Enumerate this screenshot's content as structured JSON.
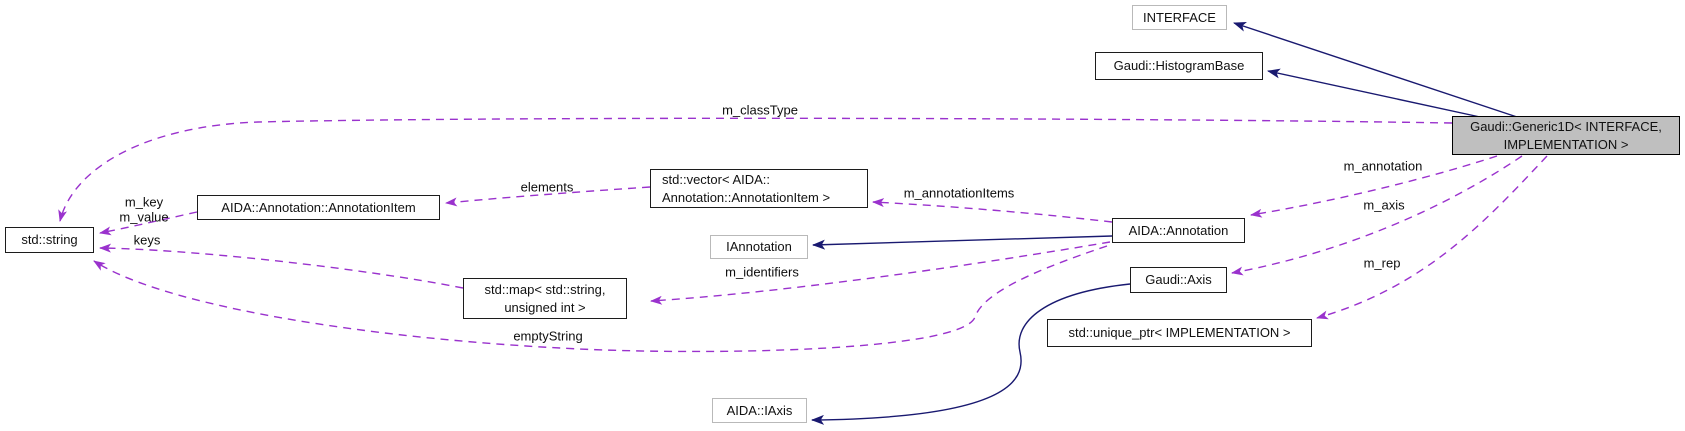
{
  "diagram": {
    "kind": "class-collaboration-graph",
    "colors": {
      "inheritance_edge": "#191970",
      "usage_edge": "#9a32cd",
      "node_fill": "#ffffff",
      "focus_node_fill": "#bfbfbf",
      "node_border": "#1c1c1c",
      "external_node_border": "#b9b9b9"
    },
    "nodes": {
      "interface": {
        "label": "INTERFACE"
      },
      "histogram_base": {
        "label": "Gaudi::HistogramBase"
      },
      "generic1d": {
        "line1": "Gaudi::Generic1D< INTERFACE,",
        "line2": "IMPLEMENTATION >"
      },
      "std_string": {
        "label": "std::string"
      },
      "annotation_item": {
        "label": "AIDA::Annotation::AnnotationItem"
      },
      "std_vector": {
        "line1": "std::vector< AIDA::",
        "line2": "Annotation::AnnotationItem >"
      },
      "iannotation": {
        "label": "IAnnotation"
      },
      "aida_annotation": {
        "label": "AIDA::Annotation"
      },
      "std_map": {
        "line1": "std::map< std::string,",
        "line2": "unsigned int >"
      },
      "gaudi_axis": {
        "label": "Gaudi::Axis"
      },
      "unique_ptr": {
        "label": "std::unique_ptr< IMPLEMENTATION >"
      },
      "aida_iaxis": {
        "label": "AIDA::IAxis"
      }
    },
    "edge_labels": {
      "m_classType": "m_classType",
      "elements": "elements",
      "m_annotationItems": "m_annotationItems",
      "m_key": "m_key",
      "m_value": "m_value",
      "keys": "keys",
      "m_identifiers": "m_identifiers",
      "emptyString": "emptyString",
      "m_annotation": "m_annotation",
      "m_axis": "m_axis",
      "m_rep": "m_rep"
    },
    "edges": [
      {
        "from": "generic1d",
        "to": "interface",
        "kind": "inheritance"
      },
      {
        "from": "generic1d",
        "to": "histogram_base",
        "kind": "inheritance"
      },
      {
        "from": "aida_annotation",
        "to": "iannotation",
        "kind": "inheritance"
      },
      {
        "from": "gaudi_axis",
        "to": "aida_iaxis",
        "kind": "inheritance"
      },
      {
        "from": "generic1d",
        "to": "std_string",
        "kind": "usage",
        "label": "m_classType"
      },
      {
        "from": "generic1d",
        "to": "aida_annotation",
        "kind": "usage",
        "label": "m_annotation"
      },
      {
        "from": "generic1d",
        "to": "gaudi_axis",
        "kind": "usage",
        "label": "m_axis"
      },
      {
        "from": "generic1d",
        "to": "unique_ptr",
        "kind": "usage",
        "label": "m_rep"
      },
      {
        "from": "aida_annotation",
        "to": "std_vector",
        "kind": "usage",
        "label": "m_annotationItems"
      },
      {
        "from": "aida_annotation",
        "to": "std_map",
        "kind": "usage",
        "label": "m_identifiers"
      },
      {
        "from": "aida_annotation",
        "to": "std_string",
        "kind": "usage",
        "label": "emptyString"
      },
      {
        "from": "std_vector",
        "to": "annotation_item",
        "kind": "usage",
        "label": "elements"
      },
      {
        "from": "annotation_item",
        "to": "std_string",
        "kind": "usage",
        "label": "m_key / m_value"
      },
      {
        "from": "std_map",
        "to": "std_string",
        "kind": "usage",
        "label": "keys"
      }
    ]
  }
}
